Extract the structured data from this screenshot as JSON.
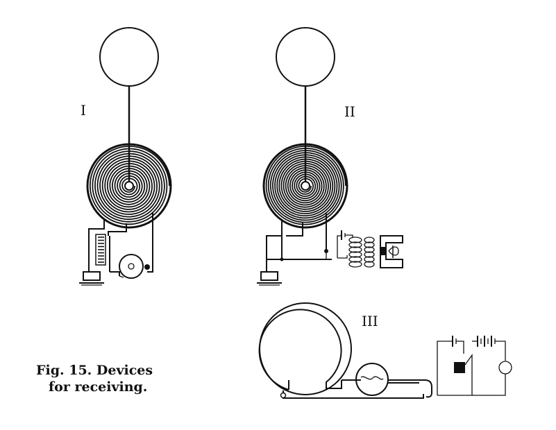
{
  "labels": {
    "one": "I",
    "two": "II",
    "three": "III"
  },
  "caption": {
    "line1": "Fig. 15. Devices",
    "line2": "for receiving."
  }
}
